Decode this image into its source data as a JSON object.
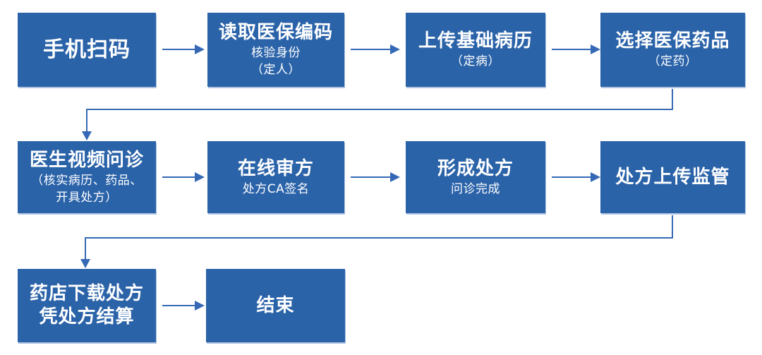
{
  "colors": {
    "node_fill": "#2B63A9",
    "node_text": "#FFFFFF",
    "connector": "#3569B5",
    "background": "#FFFFFF"
  },
  "nodes": [
    {
      "id": "scan-qr",
      "title": "手机扫码"
    },
    {
      "id": "read-insurance-code",
      "title": "读取医保编码",
      "lines": [
        "核验身份",
        "（定人）"
      ]
    },
    {
      "id": "upload-medical-record",
      "title": "上传基础病历",
      "lines": [
        "（定病）"
      ]
    },
    {
      "id": "select-insurance-drug",
      "title": "选择医保药品",
      "lines": [
        "（定药）"
      ]
    },
    {
      "id": "doctor-video-consult",
      "title": "医生视频问诊",
      "lines": [
        "（核实病历、药品、",
        "开具处方）"
      ]
    },
    {
      "id": "online-prescription-review",
      "title": "在线审方",
      "lines": [
        "处方CA签名"
      ]
    },
    {
      "id": "form-prescription",
      "title": "形成处方",
      "lines": [
        "问诊完成"
      ]
    },
    {
      "id": "prescription-upload-supervision",
      "title": "处方上传监管"
    },
    {
      "id": "pharmacy-download-settle",
      "title": "药店下载处方",
      "title2": "凭处方结算"
    },
    {
      "id": "end",
      "title": "结束"
    }
  ],
  "edges": [
    {
      "from": "scan-qr",
      "to": "read-insurance-code",
      "type": "straight"
    },
    {
      "from": "read-insurance-code",
      "to": "upload-medical-record",
      "type": "straight"
    },
    {
      "from": "upload-medical-record",
      "to": "select-insurance-drug",
      "type": "straight"
    },
    {
      "from": "select-insurance-drug",
      "to": "doctor-video-consult",
      "type": "elbow"
    },
    {
      "from": "doctor-video-consult",
      "to": "online-prescription-review",
      "type": "straight"
    },
    {
      "from": "online-prescription-review",
      "to": "form-prescription",
      "type": "straight"
    },
    {
      "from": "form-prescription",
      "to": "prescription-upload-supervision",
      "type": "straight"
    },
    {
      "from": "prescription-upload-supervision",
      "to": "pharmacy-download-settle",
      "type": "elbow"
    },
    {
      "from": "pharmacy-download-settle",
      "to": "end",
      "type": "straight"
    }
  ]
}
